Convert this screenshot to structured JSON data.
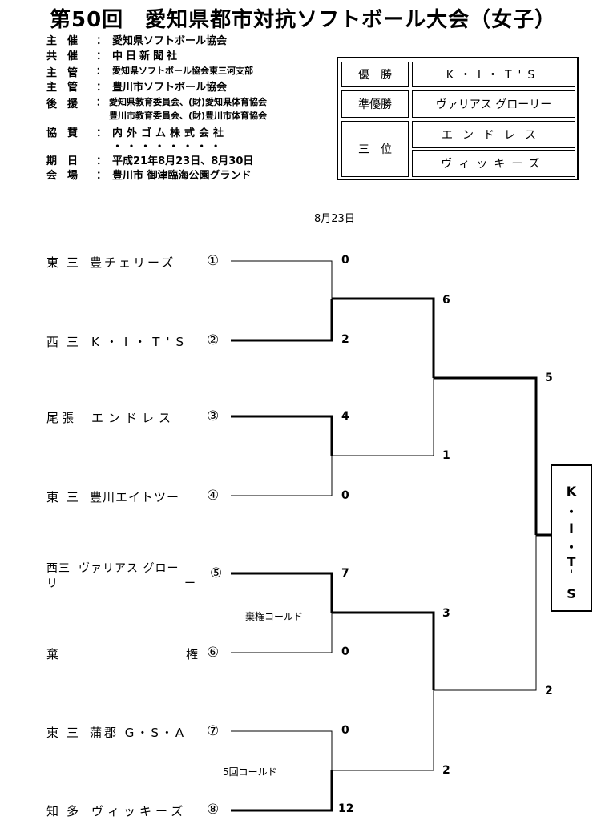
{
  "title": "第50回　愛知県都市対抗ソフトボール大会（女子）",
  "info": [
    {
      "label": "主　催",
      "value": "愛知県ソフトボール協会"
    },
    {
      "label": "共　催",
      "value": "中日新聞社"
    },
    {
      "label": "主　管",
      "value": "愛知県ソフトボール協会東三河支部"
    },
    {
      "label": "主　管",
      "value": "豊川市ソフトボール協会"
    },
    {
      "label": "後　援",
      "value": "愛知県教育委員会、(財)愛知県体育協会"
    },
    {
      "label": "",
      "value": "豊川市教育委員会、(財)豊川市体育協会"
    },
    {
      "label": "協　賛",
      "value": "内外ゴム株式会社"
    },
    {
      "label": "期　日",
      "value": "平成21年8月23日、8月30日"
    },
    {
      "label": "会　場",
      "value": "豊川市 御津臨海公園グランド"
    }
  ],
  "dots": "・ ・ ・ ・ ・ ・ ・ ・",
  "results": {
    "champion_label": "優　勝",
    "champion": "K・I・T'S",
    "runnerup_label": "準優勝",
    "runnerup": "ヴァリアス グローリー",
    "third_label": "三　位",
    "third1": "エンドレス",
    "third2": "ヴィッキーズ"
  },
  "date": "8月23日",
  "teams": [
    {
      "area": "東三",
      "name": "豊チェリーズ",
      "num": "①",
      "score": "0"
    },
    {
      "area": "西三",
      "name": "K・I・T'S",
      "num": "②",
      "score": "2"
    },
    {
      "area": "尾張",
      "name": "エンドレス",
      "num": "③",
      "score": "4"
    },
    {
      "area": "東三",
      "name": "豊川エイトツー",
      "num": "④",
      "score": "0"
    },
    {
      "area": "西三",
      "name": "ヴァリアス グロー",
      "name2": "リ",
      "name3": "ー",
      "num": "⑤",
      "score": "7"
    },
    {
      "area": "棄",
      "name": "権",
      "num": "⑥",
      "score": "0"
    },
    {
      "area": "東三",
      "name": "蒲郡 G・S・A",
      "num": "⑦",
      "score": "0"
    },
    {
      "area": "知多",
      "name": "ヴィッキーズ",
      "num": "⑧",
      "score": "12"
    }
  ],
  "notes": {
    "game3": "棄権コールド",
    "game4": "5回コールド"
  },
  "round2_scores": [
    "6",
    "1",
    "3",
    "2"
  ],
  "final_scores": [
    "5",
    "2"
  ],
  "winner_chars": [
    "K",
    "・",
    "I",
    "・",
    "T",
    "'",
    "S"
  ]
}
